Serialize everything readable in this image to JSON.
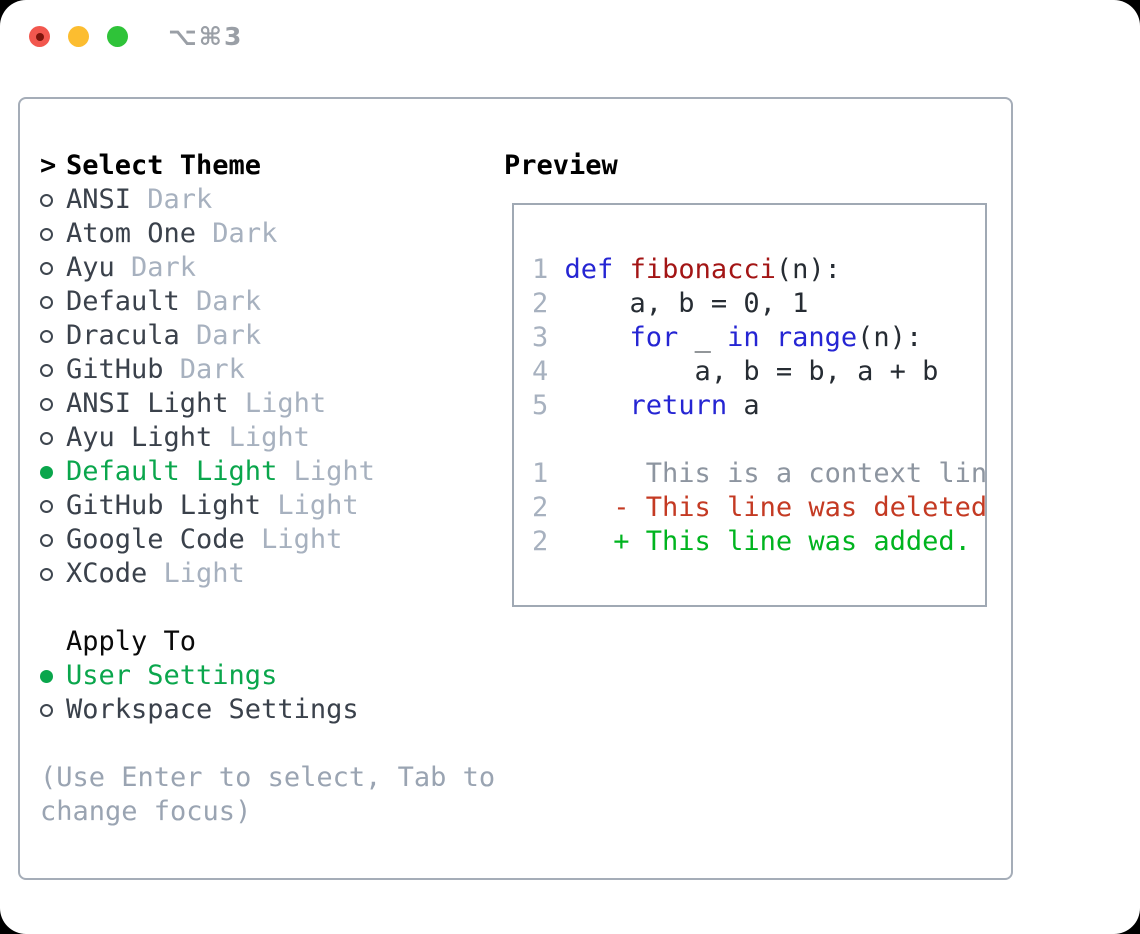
{
  "titlebar": {
    "title": "⌥⌘3"
  },
  "colors": {
    "ui_green": "#0aa64c",
    "diff_added_green": "#00b41f",
    "diff_deleted_red": "#c43a23",
    "keyword_blue": "#2525d3",
    "function_red": "#a31515"
  },
  "theme_selector": {
    "prompt": ">",
    "header": "Select Theme",
    "themes": [
      {
        "name": "ANSI",
        "variant": "Dark",
        "selected": false
      },
      {
        "name": "Atom One",
        "variant": "Dark",
        "selected": false
      },
      {
        "name": "Ayu",
        "variant": "Dark",
        "selected": false
      },
      {
        "name": "Default",
        "variant": "Dark",
        "selected": false
      },
      {
        "name": "Dracula",
        "variant": "Dark",
        "selected": false
      },
      {
        "name": "GitHub",
        "variant": "Dark",
        "selected": false
      },
      {
        "name": "ANSI Light",
        "variant": "Light",
        "selected": false
      },
      {
        "name": "Ayu Light",
        "variant": "Light",
        "selected": false
      },
      {
        "name": "Default Light",
        "variant": "Light",
        "selected": true
      },
      {
        "name": "GitHub Light",
        "variant": "Light",
        "selected": false
      },
      {
        "name": "Google Code",
        "variant": "Light",
        "selected": false
      },
      {
        "name": "XCode",
        "variant": "Light",
        "selected": false
      }
    ],
    "apply_to": {
      "header": "Apply To",
      "options": [
        {
          "name": "User Settings",
          "selected": true
        },
        {
          "name": "Workspace Settings",
          "selected": false
        }
      ]
    },
    "hint_lines": [
      "(Use Enter to select, Tab to",
      "change focus)"
    ]
  },
  "preview": {
    "header": "Preview",
    "lines": [
      {
        "num": "1",
        "tokens": [
          {
            "text": "def",
            "style": "kw"
          },
          {
            "text": " "
          },
          {
            "text": "fibonacci",
            "style": "fn"
          },
          {
            "text": "(n):"
          }
        ]
      },
      {
        "num": "2",
        "tokens": [
          {
            "text": "    a, b = 0, 1"
          }
        ]
      },
      {
        "num": "3",
        "tokens": [
          {
            "text": "    "
          },
          {
            "text": "for",
            "style": "kw"
          },
          {
            "text": " _ "
          },
          {
            "text": "in",
            "style": "kw"
          },
          {
            "text": " "
          },
          {
            "text": "range",
            "style": "kw"
          },
          {
            "text": "(n):"
          }
        ]
      },
      {
        "num": "4",
        "tokens": [
          {
            "text": "        a, b = b, a + b"
          }
        ]
      },
      {
        "num": "5",
        "tokens": [
          {
            "text": "    "
          },
          {
            "text": "return",
            "style": "kw"
          },
          {
            "text": " a"
          }
        ]
      },
      {
        "num": "",
        "tokens": []
      },
      {
        "num": "1",
        "tokens": [
          {
            "text": "     This is a context line.",
            "style": "ctx"
          }
        ]
      },
      {
        "num": "2",
        "tokens": [
          {
            "text": "   - This line was deleted.",
            "style": "del"
          }
        ]
      },
      {
        "num": "2",
        "tokens": [
          {
            "text": "   + This line was added.",
            "style": "add"
          }
        ]
      }
    ]
  }
}
